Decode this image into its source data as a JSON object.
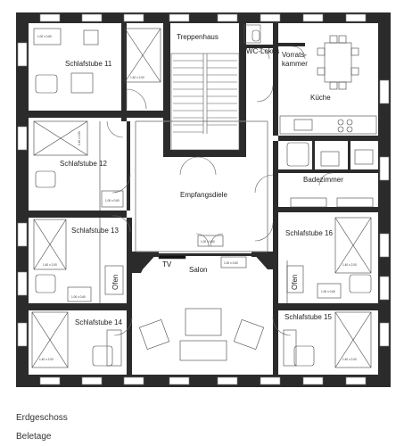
{
  "plan": {
    "rooms": {
      "schlafstube_11": "Schlafstube 11",
      "schlafstube_12": "Schlafstube 12",
      "schlafstube_13": "Schlafstube 13",
      "schlafstube_14": "Schlafstube 14",
      "schlafstube_15": "Schlafstube 15",
      "schlafstube_16": "Schlafstube 16",
      "treppenhaus": "Treppenhaus",
      "wc_lokus": "WC-Lokus",
      "vorratskammer_1": "Vorrats-",
      "vorratskammer_2": "kammer",
      "kueche": "Küche",
      "badezimmer": "Badezimmer",
      "empfangsdiele": "Empfangsdiele",
      "salon": "Salon",
      "tv": "TV",
      "ofen_left": "Ofen",
      "ofen_right": "Ofen"
    },
    "dims": {
      "desk": "1.00 x 0.60",
      "bed": "1.40 x 2.00"
    }
  },
  "captions": {
    "floor": "Erdgeschoss",
    "level": "Beletage"
  }
}
